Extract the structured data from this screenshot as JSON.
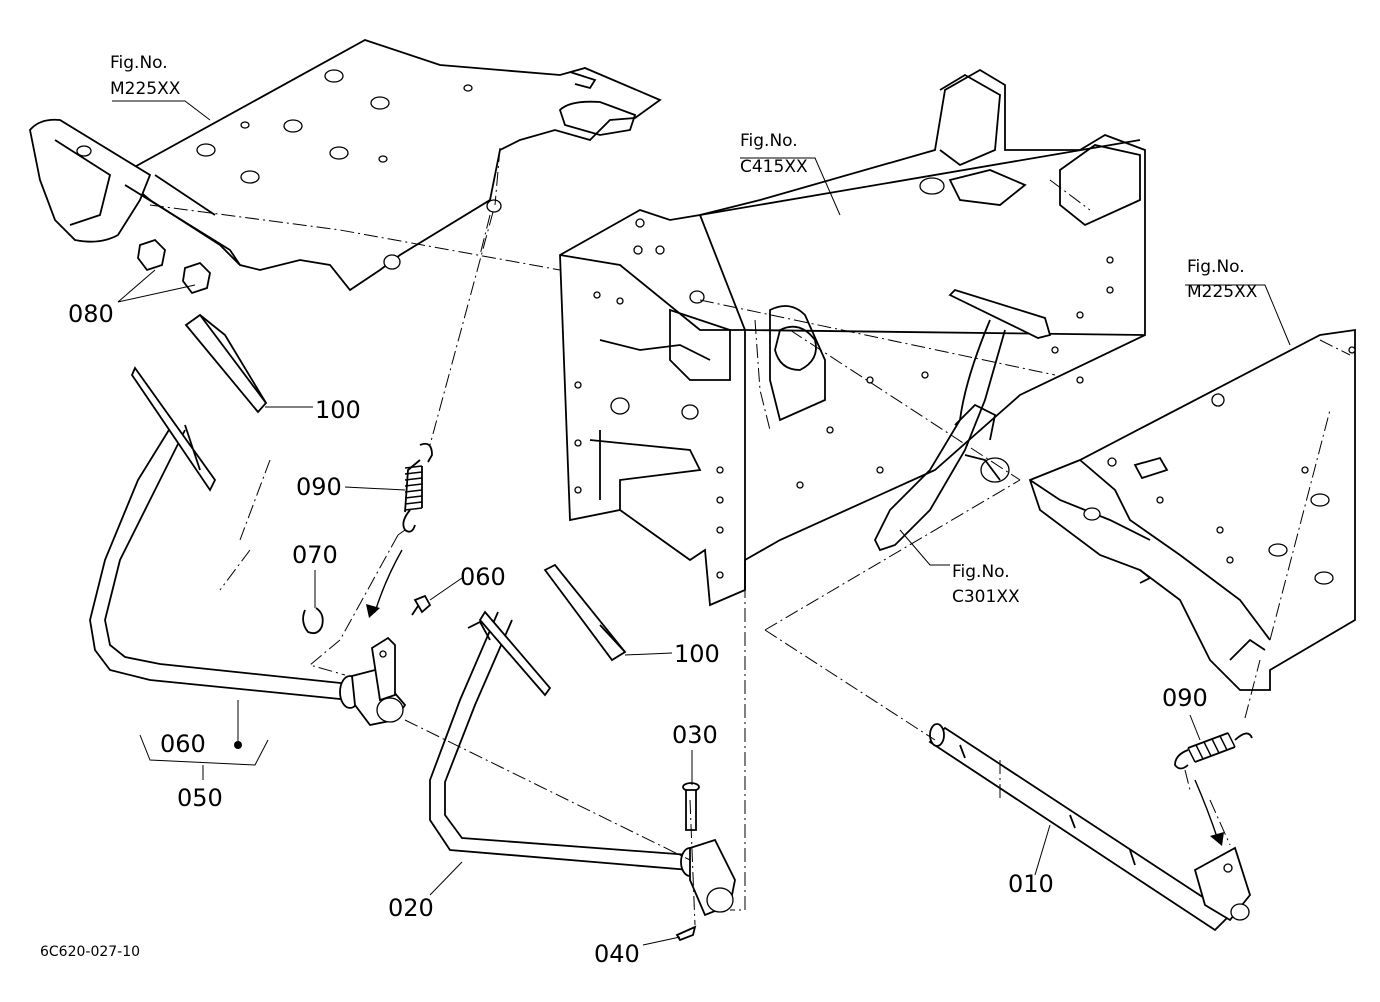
{
  "figure_code": "6C620-027-10",
  "references": [
    {
      "id": "ref-top-left",
      "heading": "Fig.No.",
      "code": "M225XX"
    },
    {
      "id": "ref-top-center",
      "heading": "Fig.No.",
      "code": "C415XX"
    },
    {
      "id": "ref-right",
      "heading": "Fig.No.",
      "code": "M225XX"
    },
    {
      "id": "ref-center",
      "heading": "Fig.No.",
      "code": "C301XX"
    }
  ],
  "callouts": {
    "c080": "080",
    "c100a": "100",
    "c090a": "090",
    "c070": "070",
    "c060a": "060",
    "c060b": "060",
    "c050": "050",
    "c100b": "100",
    "c030": "030",
    "c020": "020",
    "c040": "040",
    "c010": "010",
    "c090b": "090"
  }
}
